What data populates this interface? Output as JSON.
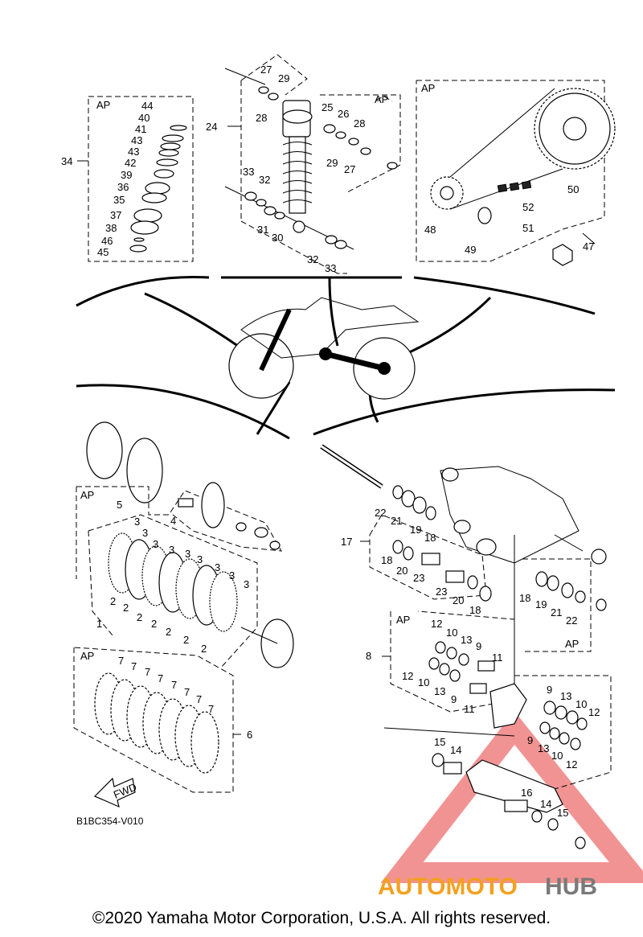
{
  "diagram_code": "B1BC354-V010",
  "copyright": "©2020 Yamaha Motor Corporation, U.S.A. All rights reserved.",
  "watermark": {
    "part1": "AUTOMOTO",
    "part2": "HUB",
    "color1": "#f4a020",
    "color2": "#7a7a7a",
    "triangle_color": "#e83a3a"
  },
  "fwd_label": "FWD",
  "ap_marker": "AP",
  "callouts": {
    "c1": "1",
    "c2": "2",
    "c3": "3",
    "c4": "4",
    "c5": "5",
    "c6": "6",
    "c7": "7",
    "c8": "8",
    "c9": "9",
    "c10": "10",
    "c11": "11",
    "c12": "12",
    "c13": "13",
    "c14": "14",
    "c15": "15",
    "c16": "16",
    "c17": "17",
    "c18": "18",
    "c19": "19",
    "c20": "20",
    "c21": "21",
    "c22": "22",
    "c23": "23",
    "c24": "24",
    "c25": "25",
    "c26": "26",
    "c27": "27",
    "c28": "28",
    "c29": "29",
    "c30": "30",
    "c31": "31",
    "c32": "32",
    "c33": "33",
    "c34": "34",
    "c35": "35",
    "c36": "36",
    "c37": "37",
    "c38": "38",
    "c39": "39",
    "c40": "40",
    "c41": "41",
    "c42": "42",
    "c43": "43",
    "c44": "44",
    "c45": "45",
    "c46": "46",
    "c47": "47",
    "c48": "48",
    "c49": "49",
    "c50": "50",
    "c51": "51",
    "c52": "52"
  }
}
